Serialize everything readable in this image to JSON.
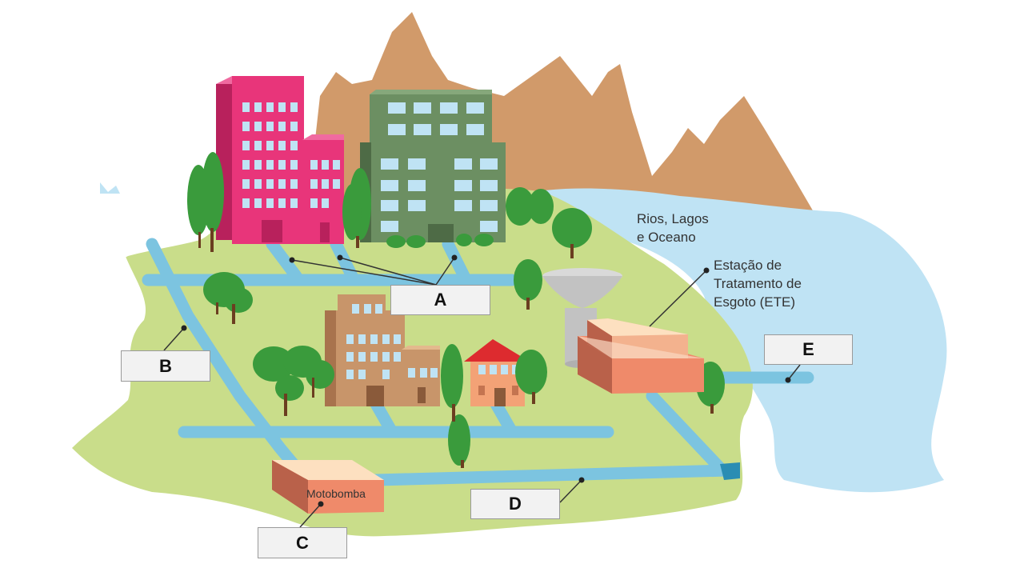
{
  "labels": {
    "a": "A",
    "b": "B",
    "c": "C",
    "d": "D",
    "e": "E"
  },
  "annotations": {
    "water_line1": "Rios, Lagos",
    "water_line2": "e Oceano",
    "ete_line1": "Estação de",
    "ete_line2": "Tratamento de",
    "ete_line3": "Esgoto (ETE)",
    "pump": "Motobomba"
  },
  "colors": {
    "mountain": "#d19a6a",
    "water": "#bfe3f4",
    "ground": "#c9dd8a",
    "pipe": "#7cc4e0",
    "building_pink": "#e8357a",
    "building_green": "#6c8f62",
    "building_tan": "#c8956a",
    "house_red": "#dd2b2f",
    "ete_block": "#ef8a6a",
    "tree": "#3a9b3c"
  }
}
